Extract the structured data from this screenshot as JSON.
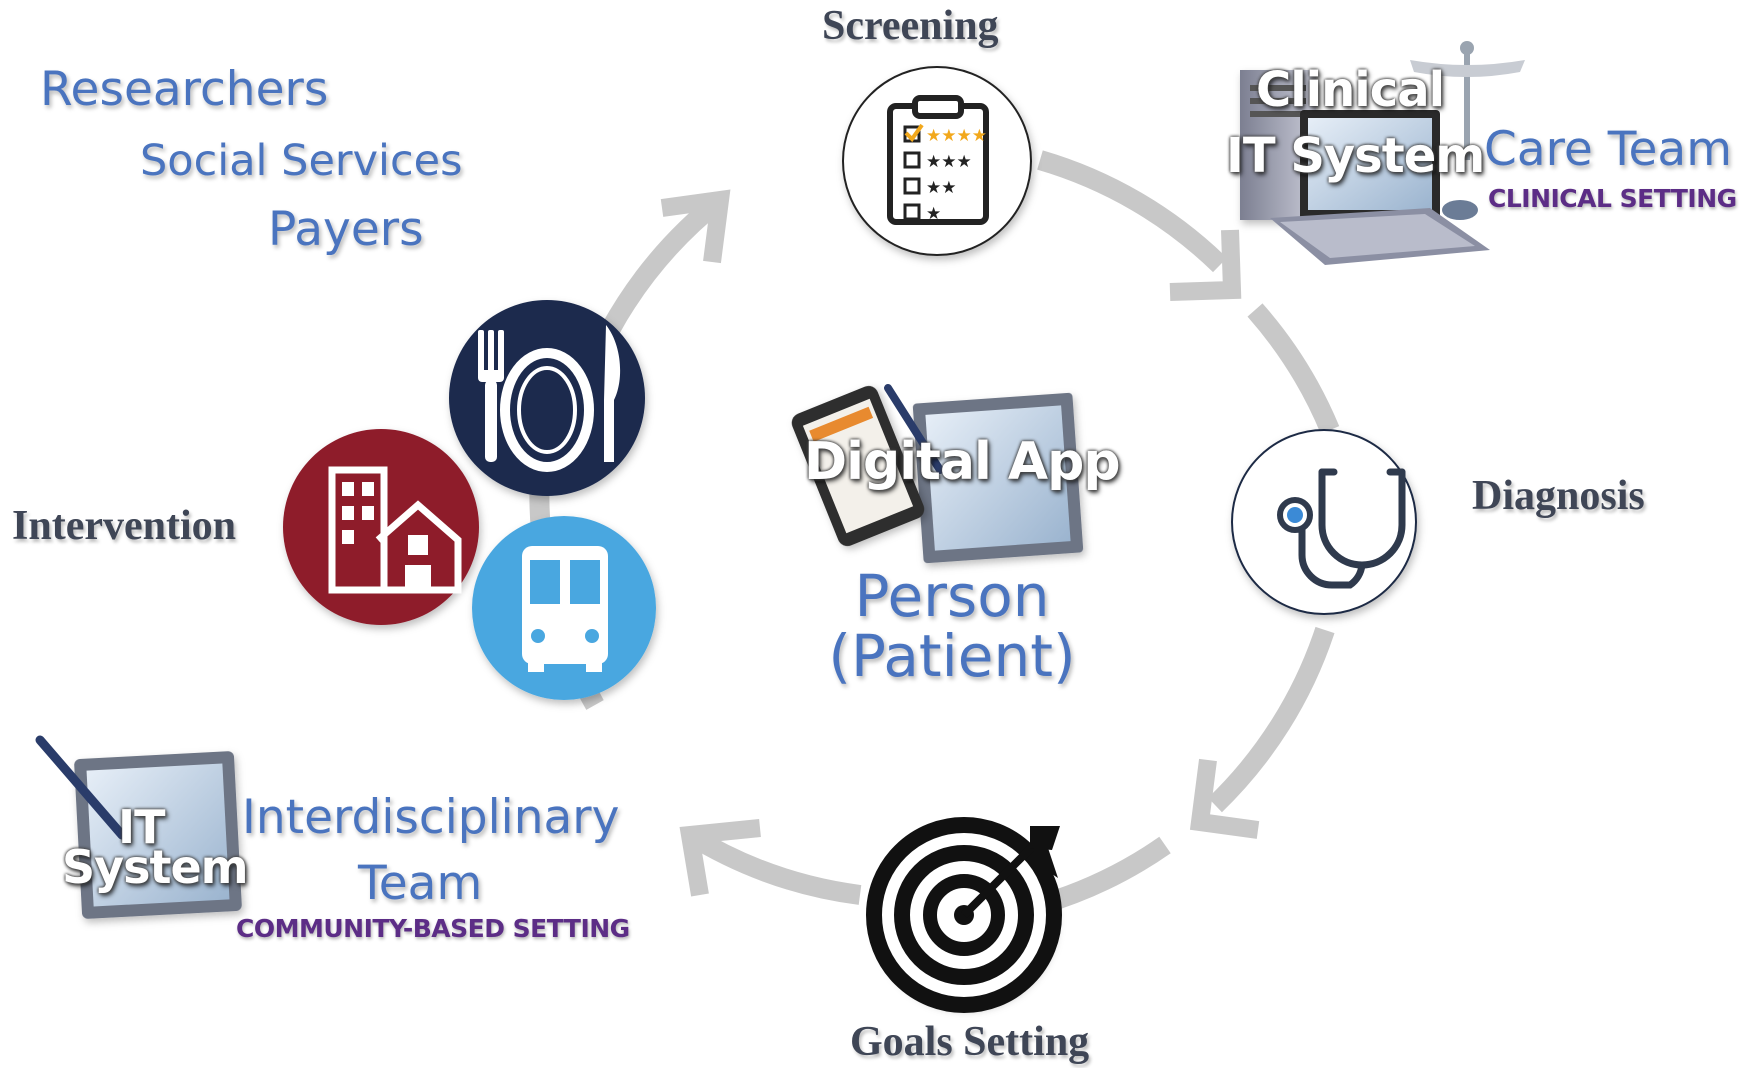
{
  "stages": {
    "screening": "Screening",
    "diagnosis": "Diagnosis",
    "goals": "Goals Setting",
    "intervention": "Intervention"
  },
  "stakeholders": {
    "researchers": "Researchers",
    "social_services": "Social Services",
    "payers": "Payers"
  },
  "clinical": {
    "system_line1": "Clinical",
    "system_line2": "IT System",
    "team": "Care Team",
    "setting": "CLINICAL SETTING"
  },
  "community": {
    "system_line1": "IT",
    "system_line2": "System",
    "team_line1": "Interdisciplinary",
    "team_line2": "Team",
    "setting": "COMMUNITY-BASED SETTING"
  },
  "center": {
    "app": "Digital App",
    "person_line1": "Person",
    "person_line2": "(Patient)"
  },
  "icons": {
    "screening": "clipboard-checklist-icon",
    "diagnosis": "stethoscope-icon",
    "goals": "target-arrow-icon",
    "food": "fork-plate-knife-icon",
    "housing": "buildings-house-icon",
    "transport": "bus-icon"
  },
  "colors": {
    "cycle_arrow": "#c8c8c8",
    "label_blue": "#4a74bf",
    "setting_purple": "#5c2d86",
    "food_navy": "#1b2a4e",
    "housing_red": "#8e1b2c",
    "transport_blue": "#49a7e0"
  }
}
